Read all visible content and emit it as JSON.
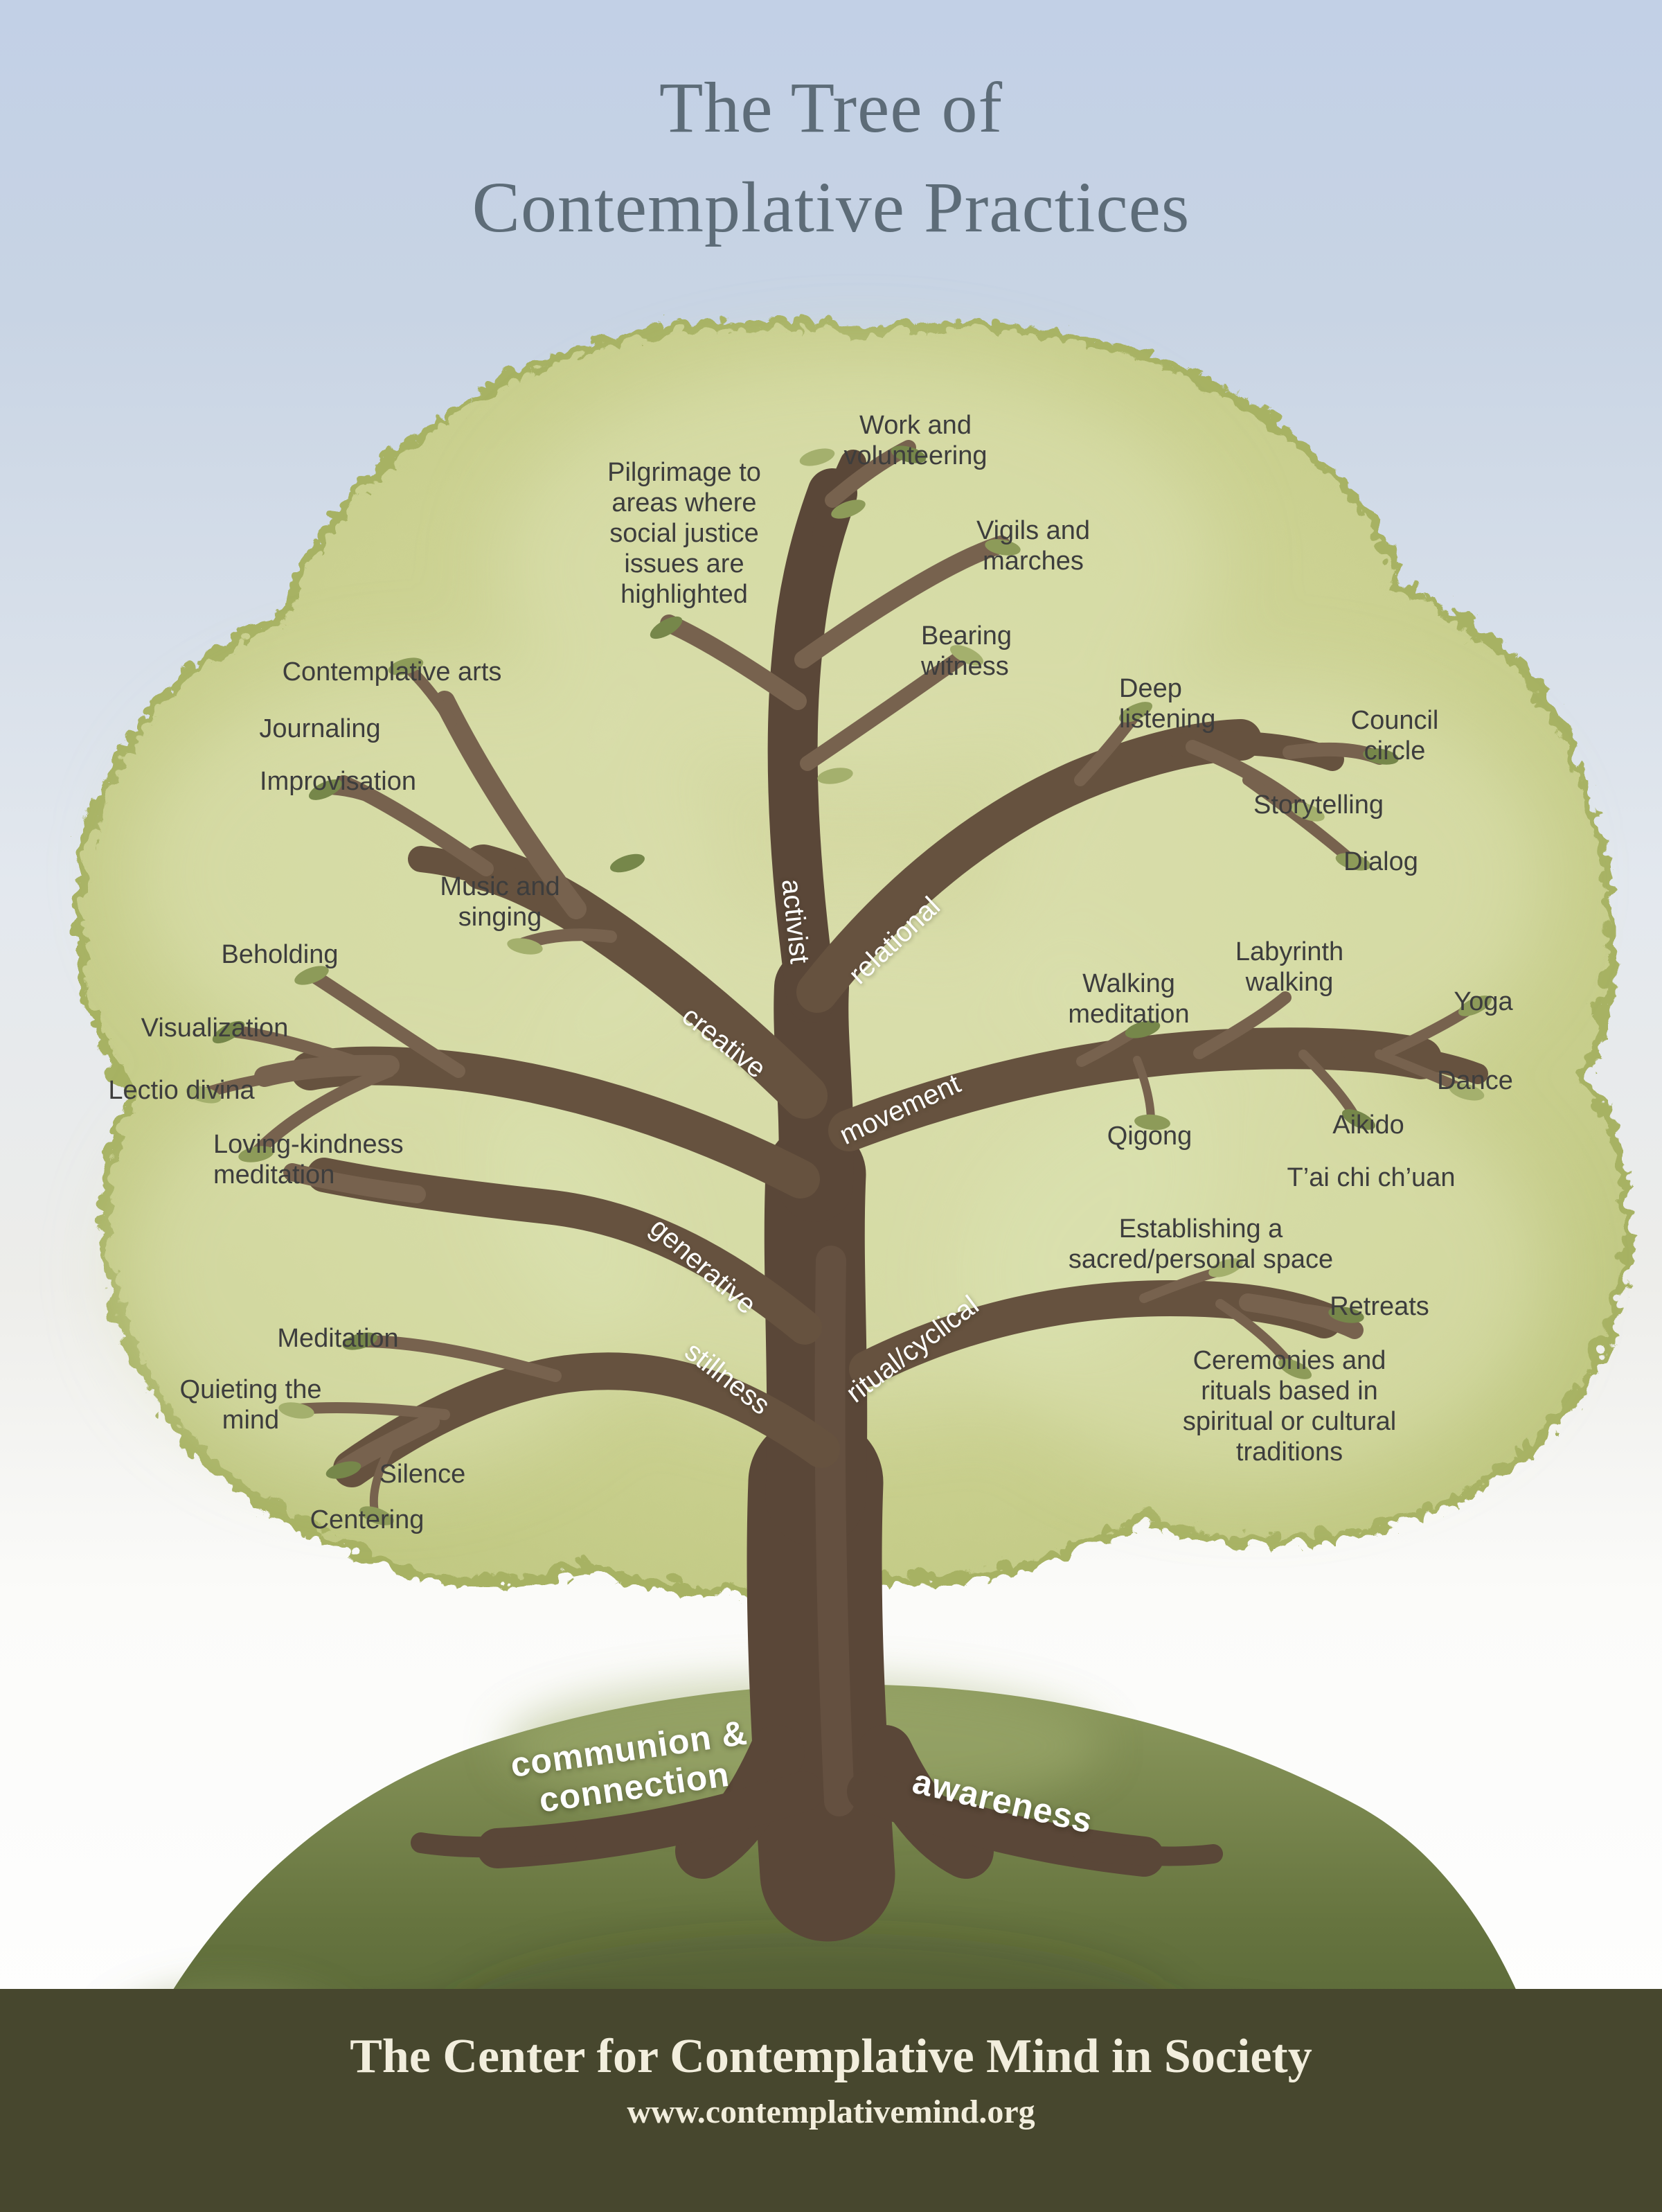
{
  "title": {
    "line1": "The Tree of",
    "line2": "Contemplative Practices"
  },
  "branch_labels": {
    "creative": "creative",
    "activist": "activist",
    "relational": "relational",
    "movement": "movement",
    "generative": "generative",
    "stillness": "stillness",
    "ritual_cyclical": "ritual/cyclical"
  },
  "root_labels": {
    "communion_connection": "communion &\nconnection",
    "awareness": "awareness"
  },
  "practices": {
    "work_volunteering": "Work and\nvolunteering",
    "pilgrimage": "Pilgrimage to\nareas where\nsocial justice\nissues are\nhighlighted",
    "vigils_marches": "Vigils and\nmarches",
    "bearing_witness": "Bearing\nwitness",
    "deep_listening": "Deep\nlistening",
    "council_circle": "Council\ncircle",
    "storytelling": "Storytelling",
    "dialog": "Dialog",
    "contemplative_arts": "Contemplative arts",
    "journaling": "Journaling",
    "improvisation": "Improvisation",
    "music_singing": "Music and\nsinging",
    "beholding": "Beholding",
    "visualization": "Visualization",
    "lectio_divina": "Lectio divina",
    "loving_kindness": "Loving-kindness\nmeditation",
    "walking_meditation": "Walking\nmeditation",
    "labyrinth_walking": "Labyrinth\nwalking",
    "yoga": "Yoga",
    "dance": "Dance",
    "aikido": "Aikido",
    "qigong": "Qigong",
    "tai_chi": "T’ai chi ch’uan",
    "establishing_space": "Establishing a\nsacred/personal space",
    "retreats": "Retreats",
    "ceremonies": "Ceremonies and\nrituals based in\nspiritual or cultural\ntraditions",
    "meditation": "Meditation",
    "quieting_mind": "Quieting the\nmind",
    "silence": "Silence",
    "centering": "Centering"
  },
  "footer": {
    "organization": "The Center for Contemplative Mind in Society",
    "website": "www.contemplativemind.org"
  },
  "colors": {
    "sky_top": "#c2d0e6",
    "sky_mid": "#e3e8ee",
    "page_bottom": "#fbfbf9",
    "canopy": "#c9d08f",
    "canopy_edge": "#a7b264",
    "canopy_light": "#dde1b2",
    "trunk": "#5a4738",
    "branch": "#66523f",
    "twig": "#77624e",
    "leaf": "#8d9b59",
    "hill_light": "#8d9a5e",
    "hill_dark": "#46542d",
    "title_text": "#5d6c78",
    "label_text": "#3d3d3d",
    "branch_label_text": "#ffffff",
    "footer_bg": "#47472e",
    "footer_text": "#f2eedd"
  }
}
